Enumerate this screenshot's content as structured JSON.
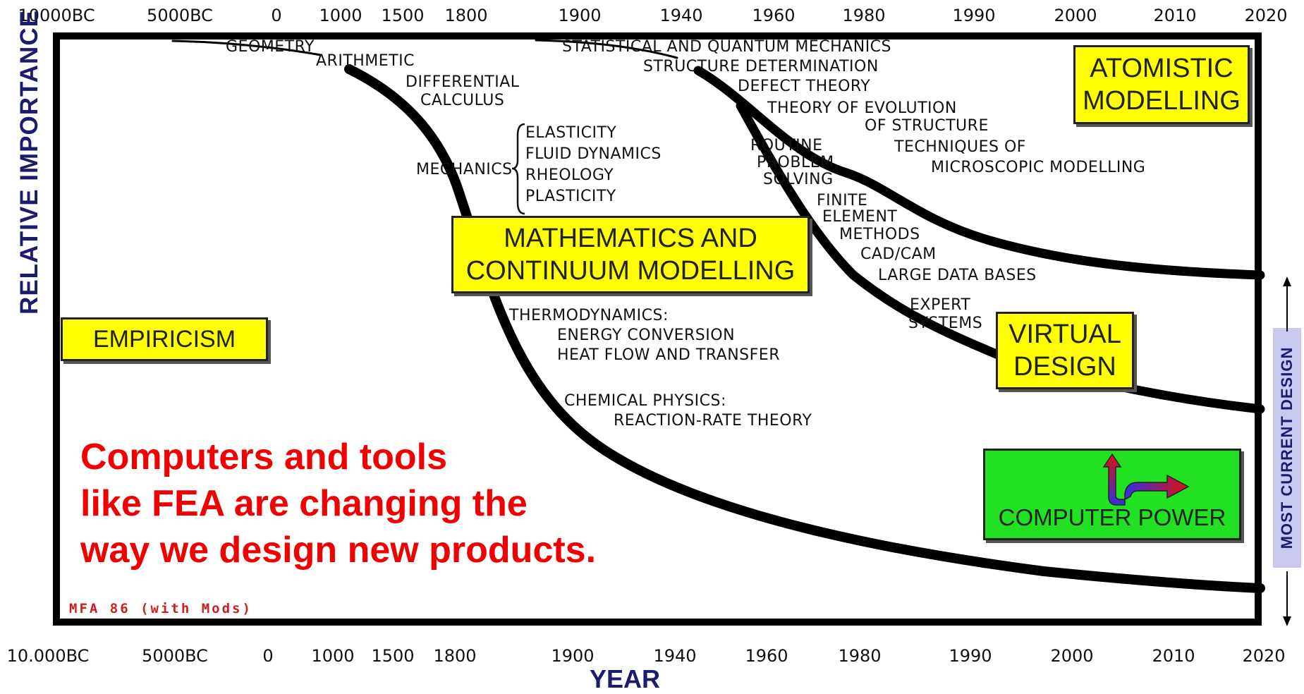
{
  "axis": {
    "top_ticks": [
      "10000BC",
      "5000BC",
      "0",
      "1000",
      "1500",
      "1800",
      "1900",
      "1940",
      "1960",
      "1980",
      "1990",
      "2000",
      "2010",
      "2020"
    ],
    "bottom_ticks": [
      "10.000BC",
      "5000BC",
      "0",
      "1000",
      "1500",
      "1800",
      "1900",
      "1940",
      "1960",
      "1980",
      "1990",
      "2000",
      "2010",
      "2020"
    ],
    "x_label": "YEAR",
    "y_label": "RELATIVE IMPORTANCE",
    "current_label": "MOST CURRENT DESIGN"
  },
  "boxes": {
    "empiricism": "EMPIRICISM",
    "math_1": "MATHEMATICS AND",
    "math_2": "CONTINUUM MODELLING",
    "atomistic_1": "ATOMISTIC",
    "atomistic_2": "MODELLING",
    "virtual_1": "VIRTUAL",
    "virtual_2": "DESIGN",
    "computer_power": "COMPUTER POWER"
  },
  "labels": {
    "geometry": "GEOMETRY",
    "arithmetic": "ARITHMETIC",
    "differential": "DIFFERENTIAL",
    "calculus": "CALCULUS",
    "mechanics": "MECHANICS",
    "elasticity": "ELASTICITY",
    "fluid": "FLUID DYNAMICS",
    "rheology": "RHEOLOGY",
    "plasticity": "PLASTICITY",
    "thermo": "THERMODYNAMICS:",
    "energy": "ENERGY CONVERSION",
    "heat": "HEAT FLOW AND TRANSFER",
    "chem": "CHEMICAL PHYSICS:",
    "reaction": "REACTION-RATE THEORY",
    "stat_quantum": "STATISTICAL AND QUANTUM MECHANICS",
    "structure": "STRUCTURE DETERMINATION",
    "defect": "DEFECT THEORY",
    "evolution": "THEORY OF EVOLUTION",
    "of_structure": "OF STRUCTURE",
    "techniques": "TECHNIQUES OF",
    "microscopic": "MICROSCOPIC MODELLING",
    "routine": "ROUTINE",
    "problem": "PROBLEM",
    "solving": "SOLVING",
    "finite": "FINITE",
    "element": "ELEMENT",
    "methods": "METHODS",
    "cadcam": "CAD/CAM",
    "databases": "LARGE DATA BASES",
    "expert": "EXPERT",
    "systems": "SYSTEMS"
  },
  "message": {
    "line1": "Computers and tools",
    "line2": "like FEA are changing the",
    "line3": "way we design new products."
  },
  "credit": "MFA 86 (with Mods)",
  "colors": {
    "box_yellow": "#ffff00",
    "box_green": "#22e022",
    "message_red": "#f00000",
    "axis_label_navy": "#1c1c6e",
    "current_box": "#c9c9ef"
  }
}
